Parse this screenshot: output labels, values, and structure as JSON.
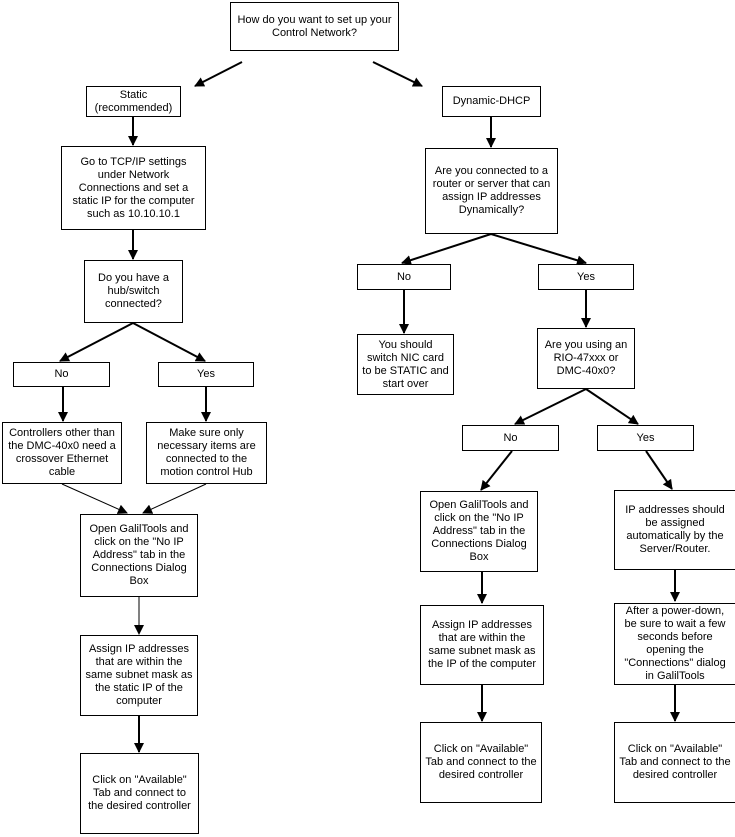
{
  "nodes": {
    "start": "How do you want to set up your Control Network?",
    "static": "Static (recommended)",
    "dhcp": "Dynamic-DHCP",
    "tcpip": "Go to TCP/IP settings under Network Connections and set a static IP for the computer such as 10.10.10.1",
    "hub_question": "Do you have a hub/switch connected?",
    "hub_no": "No",
    "hub_yes": "Yes",
    "crossover": "Controllers other than the DMC-40x0 need a crossover Ethernet cable",
    "necessary_items": "Make sure only necessary items are connected to the motion control Hub",
    "open_tools_left": "Open GalilTools and click on the \"No IP Address\" tab in the Connections Dialog Box",
    "assign_left": "Assign IP addresses that are within the same subnet mask as the static IP of the computer",
    "available_left": "Click on \"Available\" Tab and connect to the desired controller",
    "router_question": "Are you connected to a router or server that can assign IP addresses Dynamically?",
    "router_no": "No",
    "router_yes": "Yes",
    "switch_nic": "You should switch  NIC card to be STATIC and start over",
    "rio_question": "Are you using an RIO-47xxx or DMC-40x0?",
    "rio_no": "No",
    "rio_yes": "Yes",
    "open_tools_right": "Open GalilTools and click on the \"No IP Address\" tab in the Connections Dialog Box",
    "auto_assign": "IP addresses should be assigned automatically by the Server/Router.",
    "assign_right": "Assign IP addresses that are within the same subnet mask as the IP of the computer",
    "power_down": "After a power-down, be sure to wait a few seconds before opening the \"Connections\" dialog in GalilTools",
    "available_mid": "Click on \"Available\" Tab and connect to the desired controller",
    "available_right": "Click on \"Available\" Tab and connect to the desired controller"
  }
}
